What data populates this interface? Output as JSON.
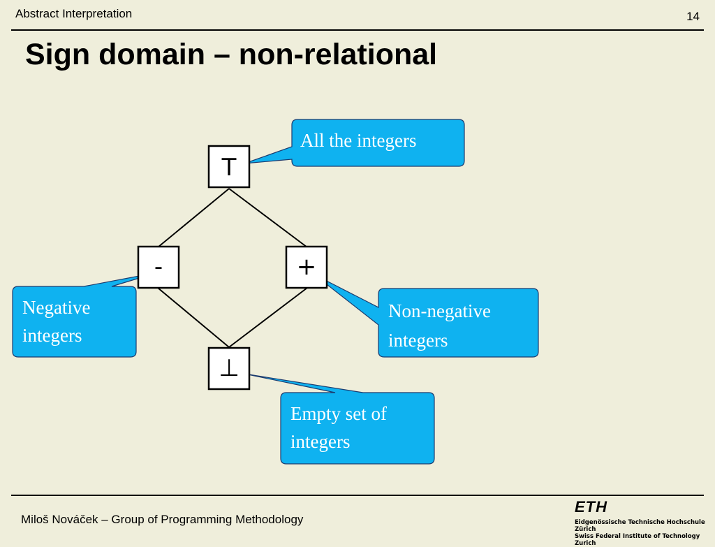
{
  "header": {
    "title": "Abstract Interpretation",
    "page_number": "14"
  },
  "slide": {
    "title": "Sign domain – non-relational"
  },
  "diagram": {
    "nodes": {
      "top": "T",
      "negative": "-",
      "positive": "+",
      "bottom": "⊥"
    },
    "callouts": {
      "top": "All the integers",
      "negative_line1": "Negative",
      "negative_line2": "integers",
      "positive_line1": "Non-negative",
      "positive_line2": "integers",
      "bottom_line1": "Empty set of",
      "bottom_line2": "integers"
    }
  },
  "footer": {
    "author": "Miloš Nováček – Group of Programming Methodology",
    "logo_text": "ETH",
    "logo_line1": "Eidgenössische Technische Hochschule Zürich",
    "logo_line2": "Swiss Federal Institute of Technology Zurich"
  },
  "colors": {
    "background": "#efeedb",
    "callout_fill": "#0fb2f0",
    "callout_border": "#1c3b6e"
  }
}
